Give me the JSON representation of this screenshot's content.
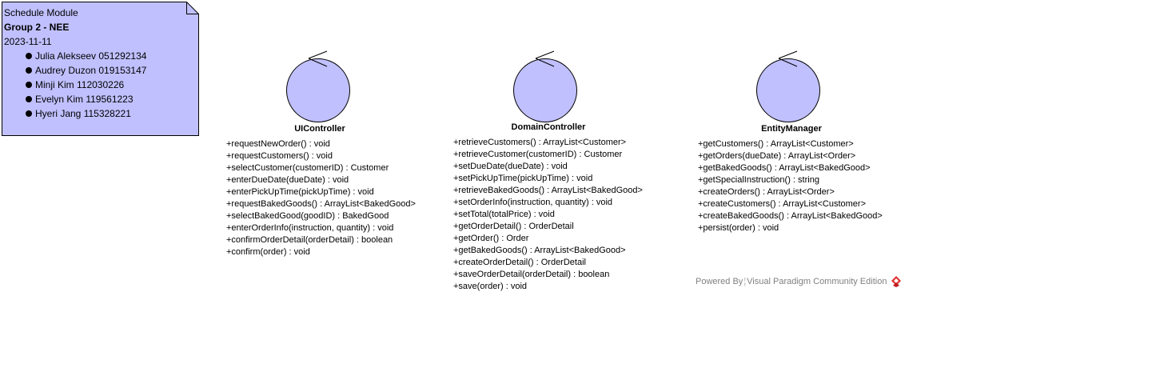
{
  "colors": {
    "fill": "#c0c0ff",
    "stroke": "#000000",
    "watermark_text": "#808080",
    "logo_red": "#e03030"
  },
  "note": {
    "title": "Schedule Module",
    "group": "Group 2 - NEE",
    "date": "2023-11-11",
    "members": [
      "Julia Alekseev 051292134",
      "Audrey Duzon 019153147",
      "Minji Kim 112030226",
      "Evelyn Kim 119561223",
      "Hyeri Jang 115328221"
    ]
  },
  "controllers": [
    {
      "name": "UIController",
      "operations": [
        "+requestNewOrder() : void",
        "+requestCustomers() : void",
        "+selectCustomer(customerID) : Customer",
        "+enterDueDate(dueDate) : void",
        "+enterPickUpTime(pickUpTime) : void",
        "+requestBakedGoods() : ArrayList<BakedGood>",
        "+selectBakedGood(goodID) : BakedGood",
        "+enterOrderInfo(instruction, quantity) : void",
        "+confirmOrderDetail(orderDetail) : boolean",
        "+confirm(order) : void"
      ]
    },
    {
      "name": "DomainController",
      "operations": [
        "+retrieveCustomers() : ArrayList<Customer>",
        "+retrieveCustomer(customerID) : Customer",
        "+setDueDate(dueDate) : void",
        "+setPickUpTime(pickUpTime) : void",
        "+retrieveBakedGoods() : ArrayList<BakedGood>",
        "+setOrderInfo(instruction, quantity) : void",
        "+setTotal(totalPrice) : void",
        "+getOrderDetail() : OrderDetail",
        "+getOrder() : Order",
        "+getBakedGoods() : ArrayList<BakedGood>",
        "+createOrderDetail() : OrderDetail",
        "+saveOrderDetail(orderDetail) : boolean",
        "+save(order) : void"
      ]
    },
    {
      "name": "EntityManager",
      "operations": [
        "+getCustomers() : ArrayList<Customer>",
        "+getOrders(dueDate) : ArrayList<Order>",
        "+getBakedGoods() : ArrayList<BakedGood>",
        "+getSpecialInstruction() : string",
        "+createOrders() : ArrayList<Order>",
        "+createCustomers() : ArrayList<Customer>",
        "+createBakedGoods() : ArrayList<BakedGood>",
        "+persist(order) : void"
      ]
    }
  ],
  "watermark": {
    "powered_by": "Powered By",
    "product": "Visual Paradigm Community Edition"
  }
}
